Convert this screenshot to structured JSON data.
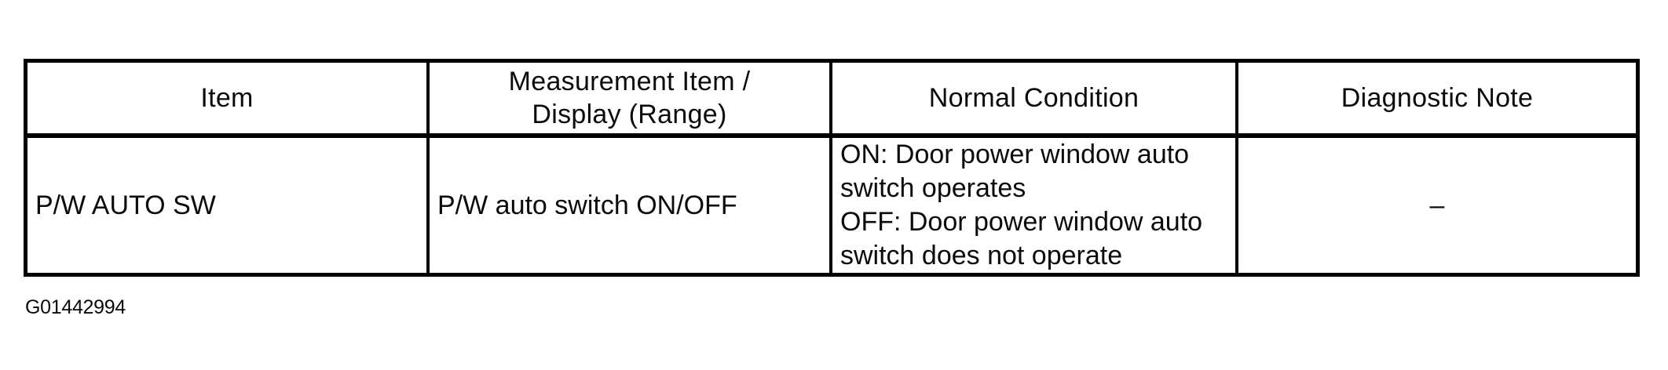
{
  "document": {
    "figure_id": "G01442994"
  },
  "table": {
    "headers": {
      "item": "Item",
      "measurement_line1": "Measurement Item /",
      "measurement_line2": "Display (Range)",
      "normal_condition": "Normal Condition",
      "diagnostic_note": "Diagnostic Note"
    },
    "rows": [
      {
        "item": "P/W AUTO SW",
        "measurement": "P/W auto switch ON/OFF",
        "normal_condition_lines": [
          "ON: Door power window auto",
          "switch operates",
          "OFF: Door power window auto",
          "switch does not operate"
        ],
        "diagnostic_note": "–"
      }
    ]
  }
}
